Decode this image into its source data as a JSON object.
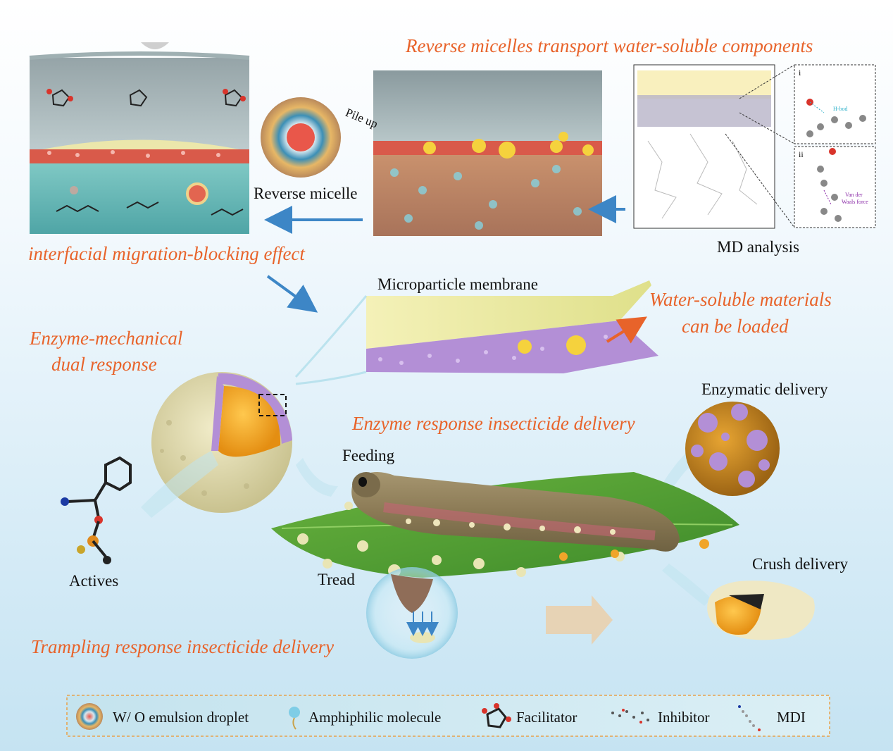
{
  "headings": {
    "reverse_transport": "Reverse micelles transport water-soluble components",
    "interfacial": "interfacial migration-blocking effect",
    "water_soluble_line1": "Water-soluble materials",
    "water_soluble_line2": "can be loaded",
    "enzyme_mech_line1": "Enzyme-mechanical",
    "enzyme_mech_line2": "dual response",
    "enzyme_response": "Enzyme response insecticide delivery",
    "trampling": "Trampling response insecticide delivery"
  },
  "labels": {
    "pile_up": "Pile up",
    "reverse_micelle": "Reverse micelle",
    "md_analysis": "MD analysis",
    "microparticle_membrane": "Microparticle membrane",
    "feeding": "Feeding",
    "tread": "Tread",
    "actives": "Actives",
    "enzymatic_delivery": "Enzymatic delivery",
    "crush_delivery": "Crush delivery",
    "md_panel_i": "i",
    "md_panel_ii": "ii",
    "h_bond": "H-bod",
    "vdw_line1": "Van der",
    "vdw_line2": "Waals force"
  },
  "legend": [
    {
      "icon": "emulsion-droplet-icon",
      "label": "W/ O emulsion droplet"
    },
    {
      "icon": "amphiphilic-molecule-icon",
      "label": "Amphiphilic molecule"
    },
    {
      "icon": "facilitator-icon",
      "label": "Facilitator"
    },
    {
      "icon": "inhibitor-icon",
      "label": "Inhibitor"
    },
    {
      "icon": "mdi-icon",
      "label": "MDI"
    }
  ],
  "colors": {
    "heading_orange": "#e8632a",
    "leaf_green": "#4f9a2f",
    "capsule_core": "#f0a52a",
    "membrane_purple": "#b38fd6",
    "arrow_blue": "#3d86c6",
    "legend_border": "#e8a24a"
  }
}
